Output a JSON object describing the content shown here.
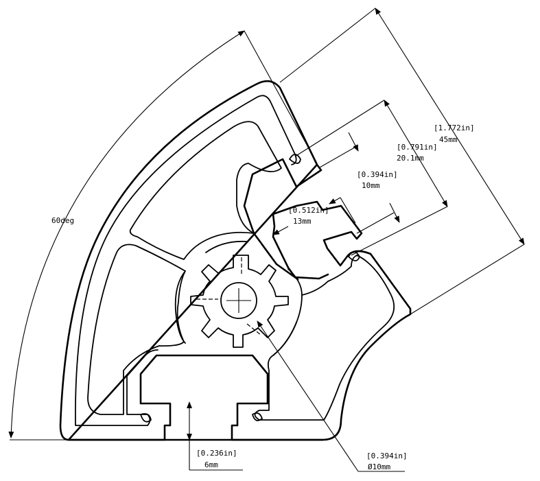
{
  "drawing": {
    "angle_label": "60deg",
    "dimensions": {
      "overall": {
        "inch": "1.772in",
        "mm": "45mm"
      },
      "slot_center": {
        "inch": "0.791in",
        "mm": "20.1mm"
      },
      "slot_width_right": {
        "inch": "0.394in",
        "mm": "10mm"
      },
      "slot_depth": {
        "inch": "0.512in",
        "mm": "13mm"
      },
      "slot_opening_bottom": {
        "inch": "0.236in",
        "mm": "6mm"
      },
      "center_bore": {
        "inch": "0.394in",
        "mm": "Ø10mm"
      }
    }
  }
}
